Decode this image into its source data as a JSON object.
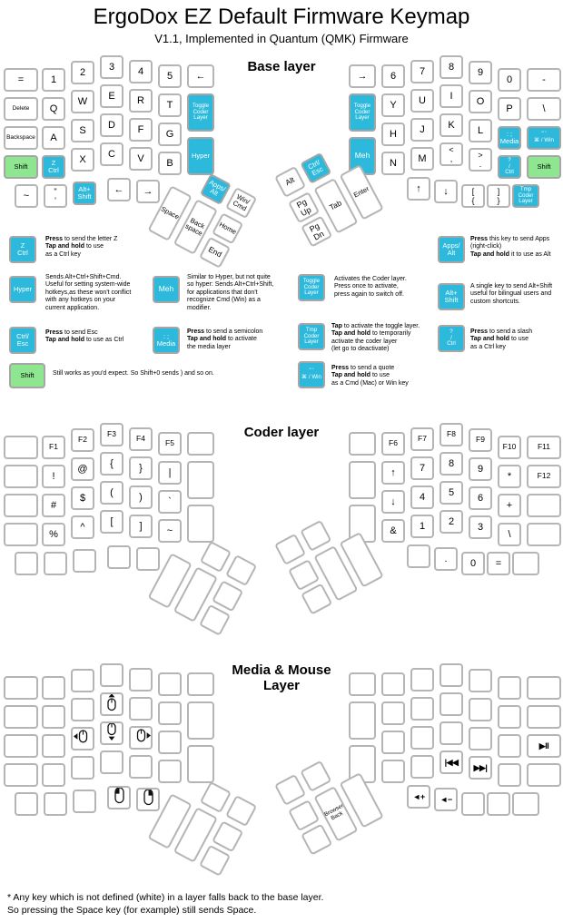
{
  "title": "ErgoDox EZ Default Firmware Keymap",
  "subtitle": "V1.1, Implemented in Quantum (QMK) Firmware",
  "colors": {
    "key_cyan": "#2cb9dc",
    "key_green": "#8ee690",
    "key_border": "#b5b5b5",
    "text": "#000000"
  },
  "layers": [
    {
      "id": "base",
      "title": "Base layer",
      "left": [
        "=",
        "1",
        "2",
        "3",
        "4",
        "5",
        "←",
        "Delete",
        "Q",
        "W",
        "E",
        "R",
        "T",
        {
          "l": [
            "Toggle",
            "Coder",
            "Layer"
          ],
          "c": "cyan"
        },
        "Backspace",
        "A",
        "S",
        "D",
        "F",
        "G",
        {
          "l": [
            "Shift"
          ],
          "c": "green"
        },
        {
          "l": [
            "Z",
            "Ctrl"
          ],
          "c": "cyan"
        },
        "X",
        "C",
        "V",
        "B",
        {
          "l": [
            "Hyper"
          ],
          "c": "cyan"
        },
        "~",
        {
          "l": [
            "\"",
            "'"
          ]
        },
        {
          "l": [
            "Alt+",
            "Shift"
          ],
          "c": "cyan"
        },
        "←",
        "→",
        {
          "l": [
            "Apps/",
            "Alt"
          ],
          "c": "cyan"
        },
        {
          "l": [
            "Win/",
            "Cmd"
          ]
        },
        "Space",
        {
          "l": [
            "Back",
            "space"
          ]
        },
        "Home",
        "End"
      ],
      "right": [
        "→",
        "6",
        "7",
        "8",
        "9",
        "0",
        "-",
        {
          "l": [
            "Toggle",
            "Coder",
            "Layer"
          ],
          "c": "cyan"
        },
        "Y",
        "U",
        "I",
        "O",
        "P",
        "\\",
        "H",
        "J",
        "K",
        "L",
        {
          "l": [
            ": ;",
            "Media"
          ],
          "c": "cyan"
        },
        {
          "l": [
            "\" '",
            "⌘ / Win"
          ],
          "c": "cyan"
        },
        {
          "l": [
            "Meh"
          ],
          "c": "cyan"
        },
        "N",
        "M",
        {
          "l": [
            "<",
            ","
          ]
        },
        {
          "l": [
            ">",
            "."
          ]
        },
        {
          "l": [
            "?",
            "/",
            "Ctrl"
          ],
          "c": "cyan"
        },
        {
          "l": [
            "Shift"
          ],
          "c": "green"
        },
        "↑",
        "↓",
        {
          "l": [
            "[",
            "{"
          ]
        },
        {
          "l": [
            "]",
            "}"
          ]
        },
        {
          "l": [
            "Tmp",
            "Coder",
            "Layer"
          ],
          "c": "cyan"
        },
        "Alt",
        {
          "l": [
            "Ctrl/",
            "Esc"
          ],
          "c": "cyan"
        },
        {
          "l": [
            "Pg",
            "Up"
          ]
        },
        {
          "l": [
            "Pg",
            "Dn"
          ]
        },
        "Tab",
        "Enter"
      ]
    },
    {
      "id": "coder",
      "title": "Coder layer",
      "left": [
        null,
        "F1",
        "F2",
        "F3",
        "F4",
        "F5",
        null,
        null,
        "!",
        "@",
        "{",
        "}",
        "|",
        null,
        null,
        "#",
        "$",
        "(",
        ")",
        "`",
        null,
        "%",
        "^",
        "[",
        "]",
        "~",
        null,
        null,
        null,
        null,
        null,
        null,
        null,
        null,
        null,
        null,
        null,
        null
      ],
      "right": [
        null,
        "F6",
        "F7",
        "F8",
        "F9",
        "F10",
        "F11",
        null,
        "↑",
        "7",
        "8",
        "9",
        "*",
        "F12",
        "↓",
        "4",
        "5",
        "6",
        "+",
        null,
        null,
        "&",
        "1",
        "2",
        "3",
        "\\",
        null,
        null,
        ".",
        "0",
        "=",
        null,
        null,
        null,
        null,
        null,
        null,
        null
      ]
    },
    {
      "id": "media",
      "title": "Media & Mouse\nLayer",
      "left": [
        null,
        null,
        null,
        null,
        null,
        null,
        null,
        null,
        null,
        null,
        {
          "i": "mouse-up"
        },
        null,
        null,
        null,
        null,
        null,
        {
          "i": "mouse-left"
        },
        {
          "i": "mouse-down"
        },
        {
          "i": "mouse-right"
        },
        null,
        null,
        null,
        null,
        null,
        null,
        null,
        null,
        null,
        null,
        null,
        {
          "i": "mouse-btn-left"
        },
        {
          "i": "mouse-btn-right"
        },
        null,
        null,
        null,
        null,
        null,
        null
      ],
      "right": [
        null,
        null,
        null,
        null,
        null,
        null,
        null,
        null,
        null,
        null,
        null,
        null,
        null,
        null,
        null,
        null,
        null,
        null,
        null,
        {
          "i": "play-pause"
        },
        null,
        null,
        null,
        {
          "i": "prev-track"
        },
        {
          "i": "next-track"
        },
        null,
        null,
        {
          "i": "vol-up"
        },
        {
          "i": "vol-down"
        },
        null,
        null,
        null,
        null,
        null,
        null,
        null,
        {
          "l": [
            "Browser",
            "Back"
          ]
        },
        null
      ]
    }
  ],
  "legend": [
    {
      "key": {
        "l": [
          "Z",
          "Ctrl"
        ],
        "c": "cyan"
      },
      "segs": [
        [
          "b",
          "Press"
        ],
        [
          "r",
          " to send the letter Z\n"
        ],
        [
          "b",
          "Tap and hold"
        ],
        [
          "r",
          " to use\nas a Ctrl key"
        ]
      ]
    },
    {
      "key": {
        "l": [
          "Hyper"
        ],
        "c": "cyan"
      },
      "segs": [
        [
          "r",
          "Sends Alt+Ctrl+Shift+Cmd.\nUseful for setting system-wide\nhotkeys,as these won't conflict\nwith any hotkeys on your\ncurrent application."
        ]
      ]
    },
    {
      "key": {
        "l": [
          "Ctrl/",
          "Esc"
        ],
        "c": "cyan"
      },
      "segs": [
        [
          "b",
          "Press"
        ],
        [
          "r",
          " to send Esc\n"
        ],
        [
          "b",
          "Tap and hold"
        ],
        [
          "r",
          " to use as Ctrl"
        ]
      ]
    },
    {
      "key": {
        "l": [
          "Shift"
        ],
        "c": "green"
      },
      "segs": [
        [
          "r",
          "Still works as you'd expect. So Shift+0 sends ) and so on."
        ]
      ]
    },
    {
      "key": {
        "l": [
          "Meh"
        ],
        "c": "cyan"
      },
      "segs": [
        [
          "r",
          "Similar to Hyper, but not quite\nso hyper: Sends Alt+Ctrl+Shift,\nfor applications that don't\nrecognize Cmd (Win) as a\nmodifier."
        ]
      ]
    },
    {
      "key": {
        "l": [
          ": ;",
          "Media"
        ],
        "c": "cyan"
      },
      "segs": [
        [
          "b",
          "Press"
        ],
        [
          "r",
          " to send a semicolon\n"
        ],
        [
          "b",
          "Tap and hold"
        ],
        [
          "r",
          " to activate\nthe media layer"
        ]
      ]
    },
    {
      "key": {
        "l": [
          "Toggle",
          "Coder",
          "Layer"
        ],
        "c": "cyan"
      },
      "segs": [
        [
          "r",
          "Activates the Coder layer.\nPress once to activate,\npress again to switch off."
        ]
      ]
    },
    {
      "key": {
        "l": [
          "Tmp",
          "Coder",
          "Layer"
        ],
        "c": "cyan"
      },
      "segs": [
        [
          "b",
          "Tap"
        ],
        [
          "r",
          " to activate the toggle layer.\n"
        ],
        [
          "b",
          "Tap and hold"
        ],
        [
          "r",
          " to temporarily\nactivate the coder layer\n(let go to deactivate)"
        ]
      ]
    },
    {
      "key": {
        "l": [
          "\" '",
          "⌘ / Win"
        ],
        "c": "cyan"
      },
      "segs": [
        [
          "b",
          "Press"
        ],
        [
          "r",
          " to send a quote\n"
        ],
        [
          "b",
          "Tap and hold"
        ],
        [
          "r",
          " to use\nas a Cmd (Mac) or Win key"
        ]
      ]
    },
    {
      "key": {
        "l": [
          "Apps/",
          "Alt"
        ],
        "c": "cyan"
      },
      "segs": [
        [
          "b",
          "Press"
        ],
        [
          "r",
          " this key to send Apps\n(right-click)\n"
        ],
        [
          "b",
          "Tap and hold"
        ],
        [
          "r",
          " it to use as Alt"
        ]
      ]
    },
    {
      "key": {
        "l": [
          "Alt+",
          "Shift"
        ],
        "c": "cyan"
      },
      "segs": [
        [
          "r",
          "A single key to send Alt+Shift\nuseful for bilingual users and\ncustom shortcuts."
        ]
      ]
    },
    {
      "key": {
        "l": [
          "?",
          "/",
          "Ctrl"
        ],
        "c": "cyan"
      },
      "segs": [
        [
          "b",
          "Press"
        ],
        [
          "r",
          " to send a slash\n"
        ],
        [
          "b",
          "Tap and hold"
        ],
        [
          "r",
          " to use\nas a Ctrl key"
        ]
      ]
    }
  ],
  "footnote": {
    "line1": "* Any key which is not defined (white) in a layer falls back to the base layer.",
    "line2": "So pressing the Space key (for example) still sends Space."
  }
}
